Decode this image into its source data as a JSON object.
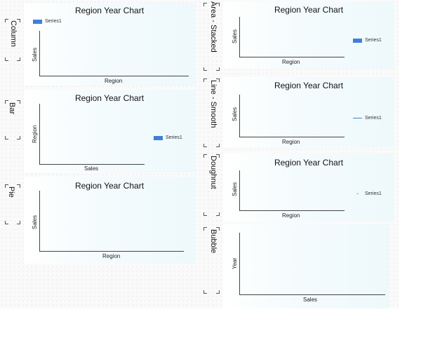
{
  "charts": [
    {
      "id": "column",
      "side_label": "Column",
      "title": "Region Year Chart",
      "x_label": "Region",
      "y_label": "Sales",
      "legend": "Series1",
      "legend_marker": "box"
    },
    {
      "id": "bar",
      "side_label": "Bar",
      "title": "Region Year Chart",
      "x_label": "Sales",
      "y_label": "Region",
      "legend": "Series1",
      "legend_marker": "box"
    },
    {
      "id": "pie",
      "side_label": "Pie",
      "title": "Region Year Chart",
      "x_label": "Region",
      "y_label": "Sales",
      "legend": "",
      "legend_marker": "none"
    },
    {
      "id": "area_stacked",
      "side_label": "Area - Stacked",
      "title": "Region Year Chart",
      "x_label": "Region",
      "y_label": "Sales",
      "legend": "Series1",
      "legend_marker": "box"
    },
    {
      "id": "line_smooth",
      "side_label": "Line - Smooth",
      "title": "Region Year Chart",
      "x_label": "Region",
      "y_label": "Sales",
      "legend": "Series1",
      "legend_marker": "line"
    },
    {
      "id": "doughnut",
      "side_label": "Doughnut",
      "title": "Region Year Chart",
      "x_label": "Region",
      "y_label": "Sales",
      "legend": "Series1",
      "legend_marker": "dot"
    },
    {
      "id": "bubble",
      "side_label": "Bubble",
      "title": "",
      "x_label": "Sales",
      "y_label": "Year",
      "legend": "",
      "legend_marker": "none"
    }
  ],
  "colors": {
    "series": "#3f7fd8",
    "panel_bg": "#eef9fc"
  }
}
